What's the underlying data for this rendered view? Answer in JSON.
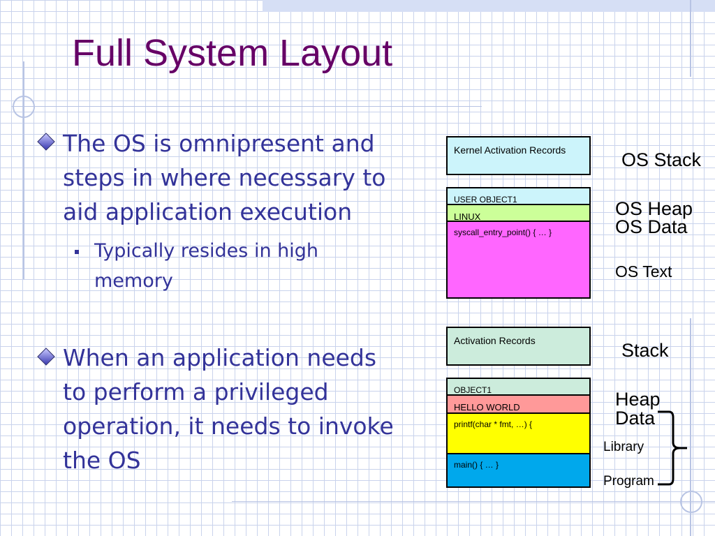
{
  "slide": {
    "title": "Full System Layout",
    "bullets": [
      "The OS is omnipresent and steps in where necessary to aid application execution",
      "When an application needs to perform a privileged operation, it needs to invoke the OS"
    ],
    "sub_bullet": "Typically resides in high memory"
  },
  "colors": {
    "title": "#660066",
    "text": "#333399",
    "kernel_activation": "#ccf4fb",
    "user_object": "#ccf4fb",
    "linux": "#ccff99",
    "os_text": "#ff66ff",
    "activation": "#ccecdc",
    "object1": "#ccecdc",
    "hello_world": "#ff9999",
    "printf": "#ffff00",
    "main": "#00a8ec"
  },
  "memory": {
    "os_segments": [
      {
        "id": "kernel-activation-records",
        "text": "Kernel Activation Records"
      },
      {
        "id": "user-object1",
        "text": "USER OBJECT1"
      },
      {
        "id": "linux",
        "text": "LINUX"
      },
      {
        "id": "syscall-entry",
        "text": "syscall_entry_point() { … }"
      }
    ],
    "app_segments": [
      {
        "id": "activation-records",
        "text": "Activation Records"
      },
      {
        "id": "object1",
        "text": "OBJECT1"
      },
      {
        "id": "hello-world",
        "text": "HELLO WORLD"
      },
      {
        "id": "printf",
        "text": "printf(char * fmt, …) {"
      },
      {
        "id": "main",
        "text": "main() { … }"
      }
    ],
    "labels": {
      "os_stack": "OS Stack",
      "os_heap": "OS Heap",
      "os_data": "OS Data",
      "os_text": "OS Text",
      "stack": "Stack",
      "heap": "Heap",
      "data": "Data",
      "library": "Library",
      "program": "Program"
    }
  }
}
